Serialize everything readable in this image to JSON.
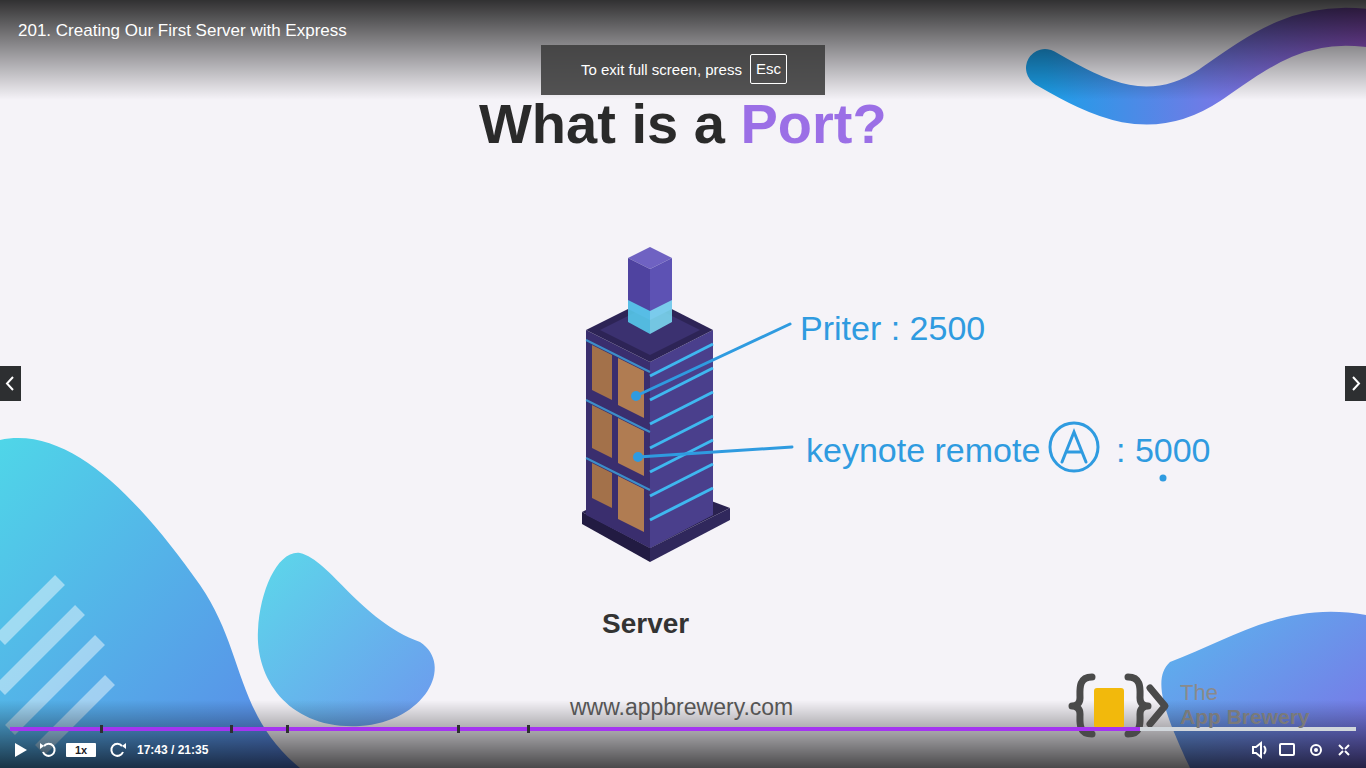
{
  "diagram": {
    "title": "What is a Port?",
    "nodes": [
      {
        "text": [
          "Server"
        ]
      }
    ],
    "labels": [
      "201. Creating Our First Server with Express",
      "To exit full screen, press",
      "Esc",
      "Priter : 2500",
      "keynote remote",
      ": 5000",
      "www.appbrewery.com",
      "The",
      "App Brewery",
      "1x",
      "17:43 / 21:35"
    ]
  }
}
